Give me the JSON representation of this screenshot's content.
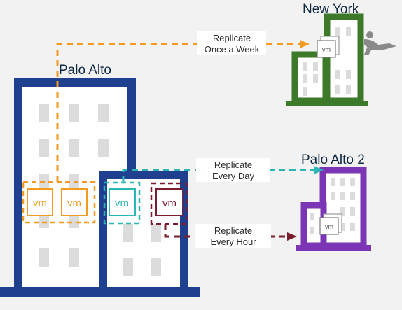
{
  "sites": {
    "primary": "Palo Alto",
    "secondary": "New York",
    "tertiary": "Palo Alto 2"
  },
  "vm_label": "vm",
  "replication": {
    "weekly": [
      "Replicate",
      "Once a Week"
    ],
    "daily": [
      "Replicate",
      "Every Day"
    ],
    "hourly": [
      "Replicate",
      "Every Hour"
    ]
  },
  "colors": {
    "palo_alto": "#1f3f8f",
    "new_york": "#3c7a2a",
    "palo_alto_2": "#7b35b5",
    "weekly": "#f39a21",
    "daily": "#2bb6b6",
    "hourly": "#7b1d2e"
  }
}
